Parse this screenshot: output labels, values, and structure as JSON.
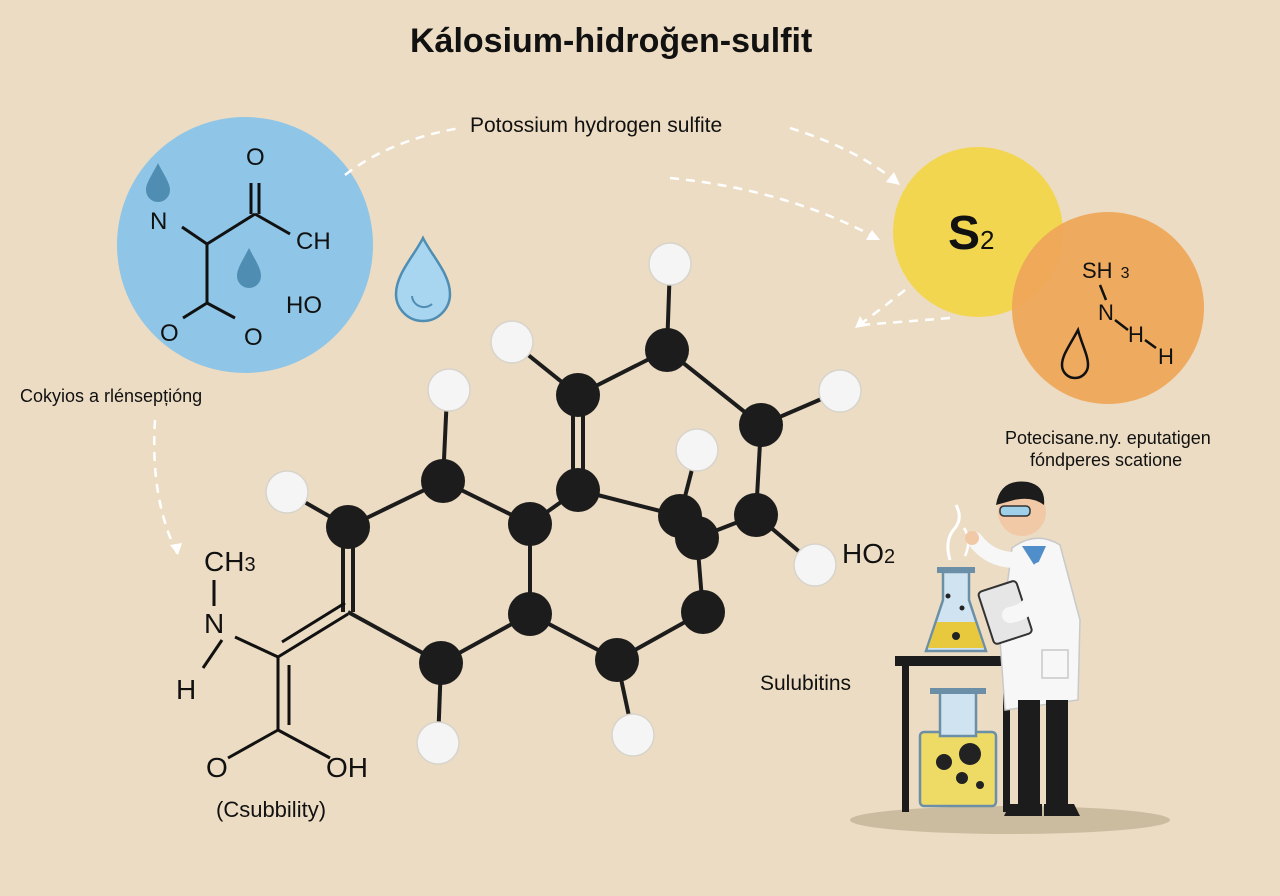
{
  "title": "Kálosium-hidroğen-sulfit",
  "subtitle": "Potossium hydrogen sulfite",
  "left_note": "Cokyios a rlénsepțióng",
  "right_note": {
    "line1": "Potecisane.ny. eputatigen",
    "line2": "fóndperes scatione"
  },
  "solubility_label": "Sulubitins",
  "bottom_caption": "(Csubbility)",
  "blue_circle_atoms": {
    "o_top": "O",
    "n": "N",
    "ch": "CH",
    "ho": "HO",
    "o_left": "O",
    "o_right": "O"
  },
  "s2_label": "S",
  "s2_subscript": "2",
  "orange_circle_atoms": {
    "sh3": "SH",
    "sh3_sub": "3",
    "n": "N",
    "h1": "H",
    "h2": "H"
  },
  "left_structure_atoms": {
    "ch3": "CH",
    "ch3_sub": "3",
    "n": "N",
    "h": "H",
    "o": "O",
    "oh": "OH"
  },
  "ho2_label": "HO",
  "ho2_subscript": "2",
  "colors": {
    "background": "#ecdcc3",
    "blue_circle": "#8fc5e6",
    "yellow_circle": "#f2d650",
    "orange_circle": "#eea65a",
    "atom_dark": "#1c1c1c",
    "atom_light": "#f5f5f5",
    "flask_liquid": "#e8c93e"
  },
  "icons": [
    "water-drop-icon",
    "scientist-illustration",
    "flask-icon"
  ]
}
